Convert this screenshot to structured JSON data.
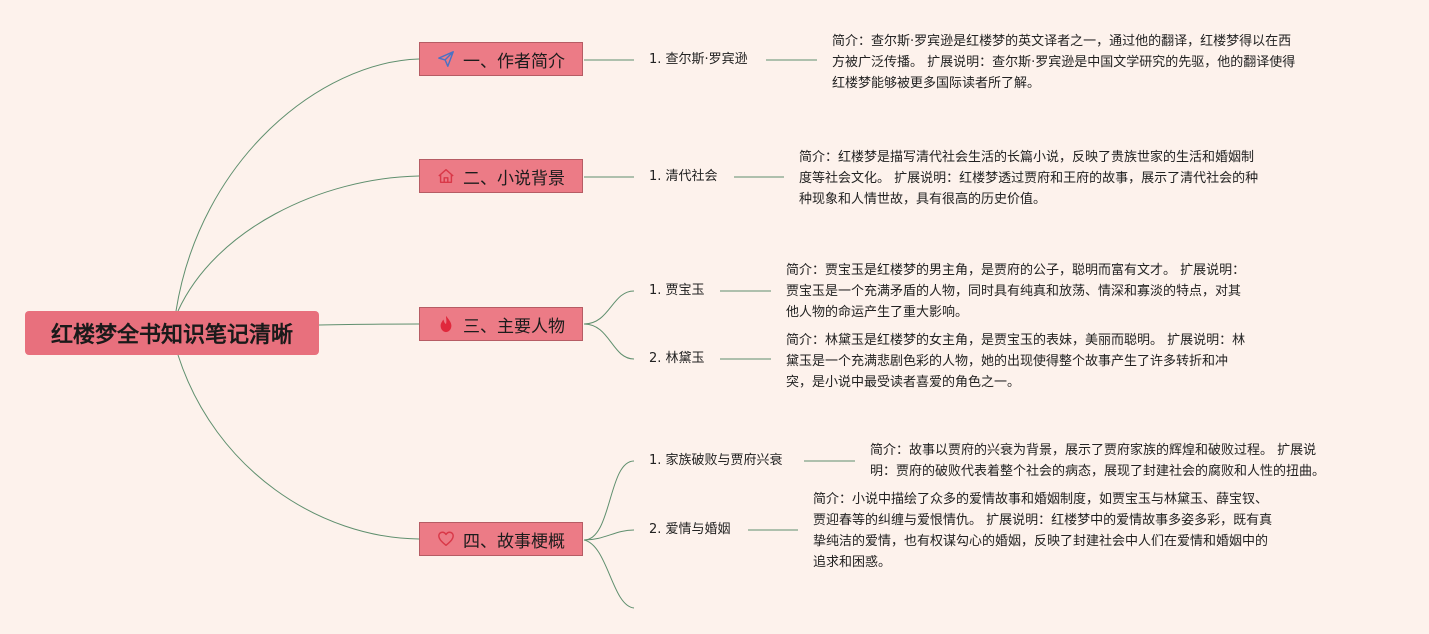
{
  "root": {
    "title": "红楼梦全书知识笔记清晰"
  },
  "topics": [
    {
      "label": "一、作者简介",
      "icon": "paper-plane-icon",
      "children": [
        {
          "label": "1. 查尔斯·罗宾逊",
          "note": [
            "简介：查尔斯·罗宾逊是红楼梦的英文译者之一，通过他的翻译，红楼梦得以在西",
            "方被广泛传播。 扩展说明：查尔斯·罗宾逊是中国文学研究的先驱，他的翻译使得",
            "红楼梦能够被更多国际读者所了解。"
          ]
        }
      ]
    },
    {
      "label": "二、小说背景",
      "icon": "house-icon",
      "children": [
        {
          "label": "1. 清代社会",
          "note": [
            "简介：红楼梦是描写清代社会生活的长篇小说，反映了贵族世家的生活和婚姻制",
            "度等社会文化。 扩展说明：红楼梦透过贾府和王府的故事，展示了清代社会的种",
            "种现象和人情世故，具有很高的历史价值。"
          ]
        }
      ]
    },
    {
      "label": "三、主要人物",
      "icon": "fire-icon",
      "children": [
        {
          "label": "1. 贾宝玉",
          "note": [
            "简介：贾宝玉是红楼梦的男主角，是贾府的公子，聪明而富有文才。 扩展说明：",
            "贾宝玉是一个充满矛盾的人物，同时具有纯真和放荡、情深和寡淡的特点，对其",
            "他人物的命运产生了重大影响。"
          ]
        },
        {
          "label": "2. 林黛玉",
          "note": [
            "简介：林黛玉是红楼梦的女主角，是贾宝玉的表妹，美丽而聪明。 扩展说明：林",
            "黛玉是一个充满悲剧色彩的人物，她的出现使得整个故事产生了许多转折和冲",
            "突，是小说中最受读者喜爱的角色之一。"
          ]
        }
      ]
    },
    {
      "label": "四、故事梗概",
      "icon": "heart-icon",
      "children": [
        {
          "label": "1. 家族破败与贾府兴衰",
          "note": [
            "简介：故事以贾府的兴衰为背景，展示了贾府家族的辉煌和破败过程。 扩展说",
            "明：贾府的破败代表着整个社会的病态，展现了封建社会的腐败和人性的扭曲。"
          ]
        },
        {
          "label": "2. 爱情与婚姻",
          "note": [
            "简介：小说中描绘了众多的爱情故事和婚姻制度，如贾宝玉与林黛玉、薛宝钗、",
            "贾迎春等的纠缠与爱恨情仇。 扩展说明：红楼梦中的爱情故事多姿多彩，既有真",
            "挚纯洁的爱情，也有权谋勾心的婚姻，反映了封建社会中人们在爱情和婚姻中的",
            "追求和困惑。"
          ]
        }
      ]
    }
  ],
  "colors": {
    "background": "#fdf2ec",
    "node_fill": "#ec7b86",
    "root_fill": "#e8707d",
    "connector": "#5f8f6e",
    "icon_accent": "#d93848",
    "icon_blue": "#4a72c4"
  }
}
